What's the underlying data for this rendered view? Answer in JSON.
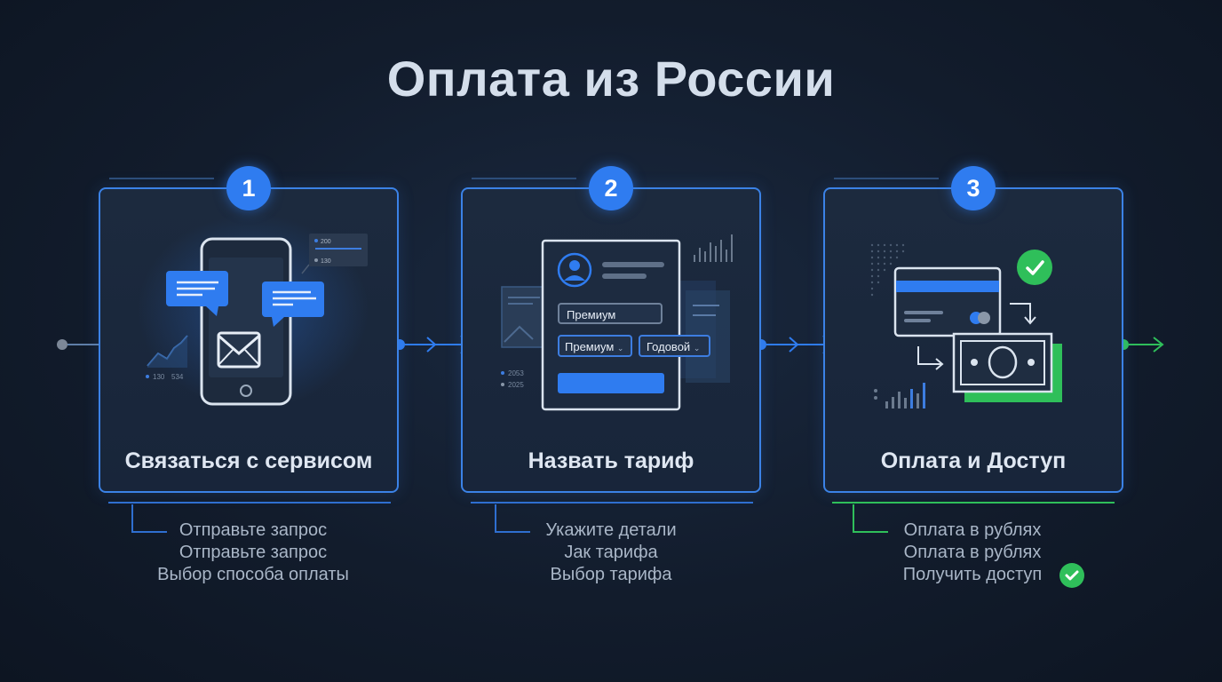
{
  "title": "Оплата из России",
  "steps": [
    {
      "number": "1",
      "title": "Связаться с сервисом",
      "subtitles": [
        "Отправьте запрос",
        "Отправьте запрос",
        "Выбор способа оплаты"
      ],
      "illustration": {
        "stat_top": "200",
        "stat_bottom": "130",
        "chart_left": "130",
        "chart_right": "534"
      }
    },
    {
      "number": "2",
      "title": "Назвать тариф",
      "subtitles": [
        "Укажите детали",
        "Jак тарифа",
        "Выбор тарифа"
      ],
      "illustration": {
        "input_value": "Премиум",
        "select_plan": "Премиум",
        "select_period": "Годовой",
        "stat_top": "2053",
        "stat_bottom": "2025"
      }
    },
    {
      "number": "3",
      "title": "Оплата и Доступ",
      "subtitles": [
        "Оплата в рублях",
        "Оплата в рублях",
        "Получить доступ"
      ]
    }
  ],
  "colors": {
    "accent": "#2f7cf0",
    "success": "#2fbf5a",
    "background": "#121c2c",
    "card_border": "#3b82e6"
  },
  "icons": [
    "phone-icon",
    "mail-icon",
    "chat-bubble-icon",
    "user-avatar-icon",
    "credit-card-icon",
    "banknote-icon",
    "checkmark-icon",
    "arrow-right-icon",
    "bar-chart-icon",
    "line-chart-icon"
  ]
}
